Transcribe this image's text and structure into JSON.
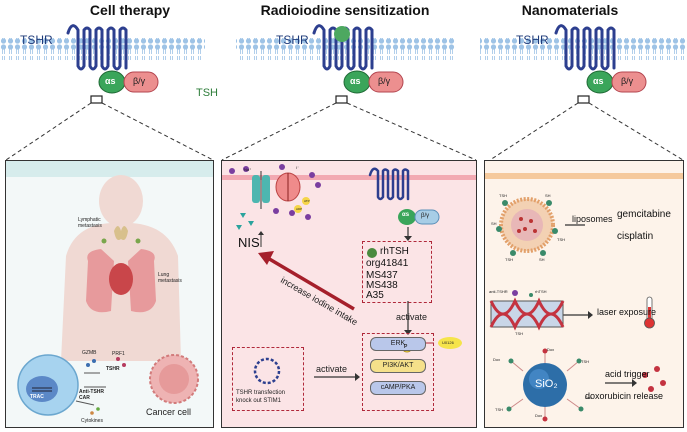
{
  "titles": {
    "cell_therapy": "Cell therapy",
    "radioiodine": "Radioiodine sensitization",
    "nanomaterials": "Nanomaterials"
  },
  "receptor": {
    "tshr_label": "TSHR",
    "alpha_label": "αs",
    "betagamma_label": "β/γ",
    "tsh_label": "TSH"
  },
  "cell_panel": {
    "lymphatic": "Lymphatic\nmetastasis",
    "lung": "Lung\nmetastasis",
    "gzmb": "GZMB",
    "prf1": "PRF1",
    "tshr": "TSHR",
    "trac": "TRAC",
    "car": "Anti-TSHR\nCAR",
    "cytokines": "Cytokines",
    "cancer_cell": "Cancer cell"
  },
  "radio_panel": {
    "na": "Na⁺",
    "i": "I⁻",
    "atp": "ATP",
    "adp": "ADP",
    "nis": "NIS",
    "alpha": "αs",
    "betagamma": "β/γ",
    "drugs": [
      "rhTSH",
      "org41841",
      "MS437",
      "MS438",
      "A35"
    ],
    "increase": "increase iodine intake",
    "activate1": "activate",
    "activate2": "activate",
    "transfection": "TSHR transfection\nknock out STIM1",
    "erk": "ERK",
    "p": "P",
    "u0126": "U0126",
    "pi3k": "PI3K/AKT",
    "camp": "cAMP/PKA"
  },
  "nano_panel": {
    "th": "TSH",
    "sh": "SH",
    "liposomes": "liposomes",
    "gemcitabine": "gemcitabine",
    "cisplatin": "cisplatin",
    "anti_tshr": "anti-TSHR",
    "rhtsh": "rhTSH",
    "tsh_small": "TSH",
    "laser": "laser exposure",
    "sio2": "SiO₂",
    "dox": "Dox",
    "acid": "acid trigger",
    "release": "doxorubicin release"
  },
  "colors": {
    "membrane": "#a9c9e8",
    "receptor": "#2d3f8f",
    "alpha": "#3aa55a",
    "betagamma": "#e98a8a",
    "arrow_red": "#a51f2b",
    "panel2_bg": "#fbe4e6"
  }
}
